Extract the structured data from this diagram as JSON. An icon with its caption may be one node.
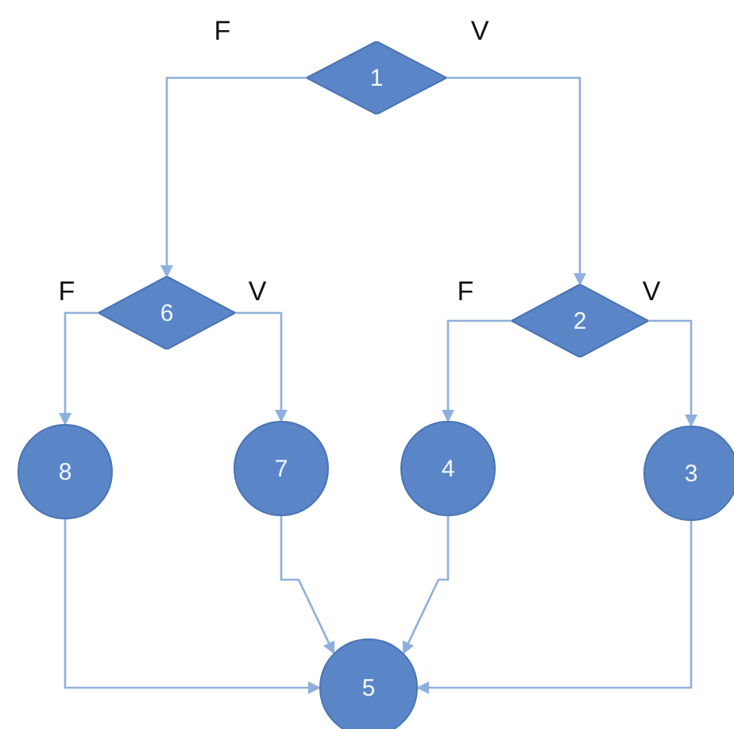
{
  "diagram": {
    "nodes": [
      {
        "text": [
          "1"
        ]
      },
      {
        "text": [
          "6"
        ]
      },
      {
        "text": [
          "2"
        ]
      },
      {
        "text": [
          "8"
        ]
      },
      {
        "text": [
          "7"
        ]
      },
      {
        "text": [
          "4"
        ]
      },
      {
        "text": [
          "3"
        ]
      },
      {
        "text": [
          "5"
        ]
      }
    ],
    "edges": [
      {
        "from": 0,
        "to": 1,
        "arrow": "to",
        "label": "F"
      },
      {
        "from": 0,
        "to": 2,
        "arrow": "to",
        "label": "V"
      },
      {
        "from": 1,
        "to": 3,
        "arrow": "to",
        "label": "F"
      },
      {
        "from": 1,
        "to": 4,
        "arrow": "to",
        "label": "V"
      },
      {
        "from": 2,
        "to": 5,
        "arrow": "to",
        "label": "F"
      },
      {
        "from": 2,
        "to": 6,
        "arrow": "to",
        "label": "V"
      },
      {
        "from": 3,
        "to": 7,
        "arrow": "to"
      },
      {
        "from": 4,
        "to": 7,
        "arrow": "to"
      },
      {
        "from": 5,
        "to": 7,
        "arrow": "to"
      },
      {
        "from": 6,
        "to": 7,
        "arrow": "to"
      }
    ]
  }
}
